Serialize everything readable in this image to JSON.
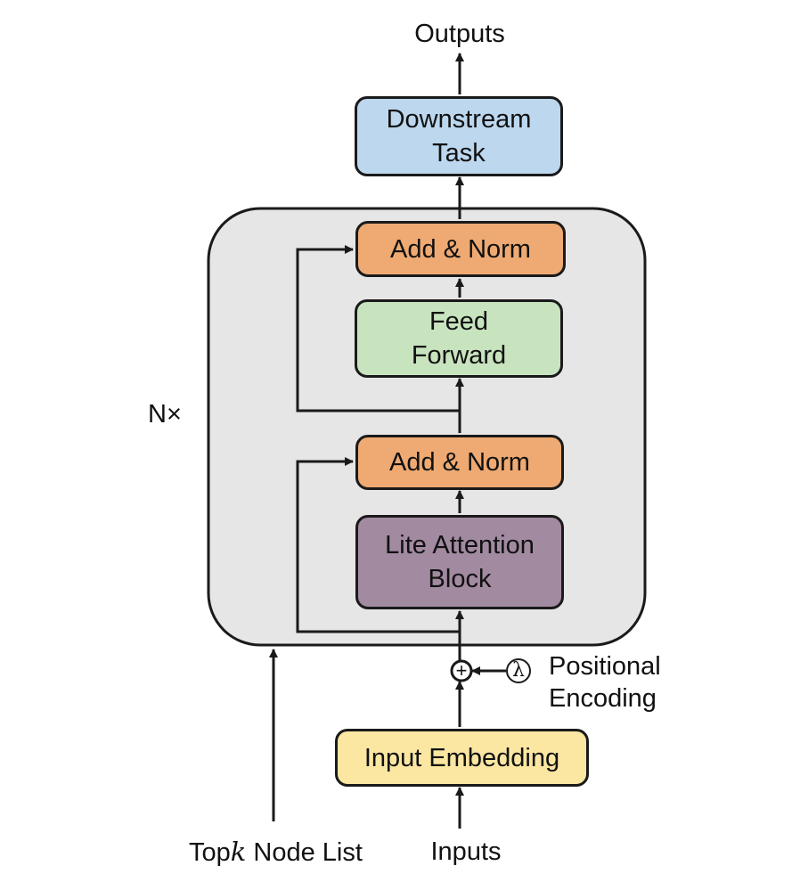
{
  "diagram": {
    "outputs_label": "Outputs",
    "downstream_task": "Downstream\nTask",
    "add_norm_top": "Add & Norm",
    "feed_forward": "Feed\nForward",
    "add_norm_bottom": "Add & Norm",
    "lite_attention": "Lite Attention\nBlock",
    "repeat_label": "N×",
    "plus_symbol": "+",
    "lambda_symbol": "λ",
    "positional_encoding": "Positional\nEncoding",
    "input_embedding": "Input Embedding",
    "inputs_label": "Inputs",
    "topk_prefix": "Top",
    "topk_var": "k",
    "topk_suffix": " Node List"
  },
  "colors": {
    "container_fill": "#e6e6e6",
    "downstream_fill": "#bcd7ee",
    "add_norm_fill": "#eeaa72",
    "feed_forward_fill": "#c8e4bf",
    "attention_fill": "#a28aa1",
    "embedding_fill": "#fbe6a2",
    "stroke": "#1a1a1a"
  }
}
